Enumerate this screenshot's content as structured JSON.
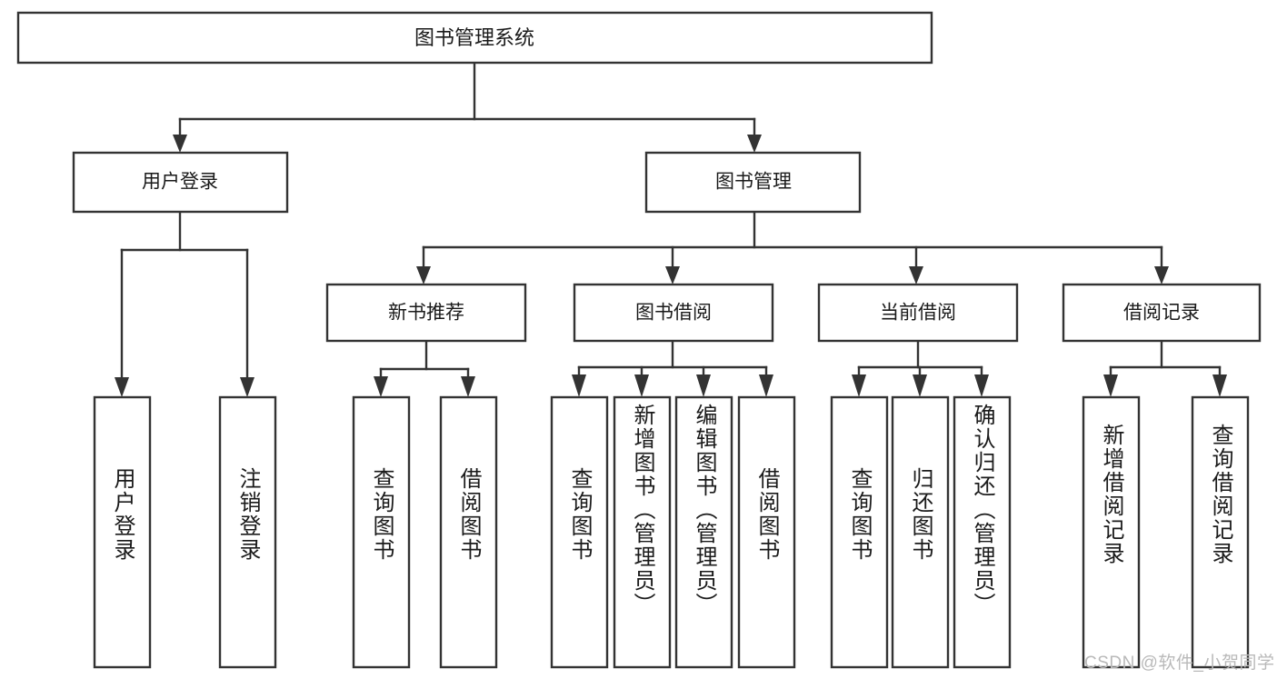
{
  "diagram": {
    "type": "tree-hierarchy-flowchart",
    "root": {
      "id": "root",
      "label": "图书管理系统"
    },
    "level2": [
      {
        "id": "user-login",
        "label": "用户登录"
      },
      {
        "id": "book-management",
        "label": "图书管理"
      }
    ],
    "level3": [
      {
        "id": "new-book-recommend",
        "label": "新书推荐",
        "parent": "book-management"
      },
      {
        "id": "book-borrow",
        "label": "图书借阅",
        "parent": "book-management"
      },
      {
        "id": "current-borrow",
        "label": "当前借阅",
        "parent": "book-management"
      },
      {
        "id": "borrow-record",
        "label": "借阅记录",
        "parent": "book-management"
      }
    ],
    "leaves": [
      {
        "id": "leaf-user-login",
        "label": "用户登录",
        "parent": "user-login"
      },
      {
        "id": "leaf-logout-login",
        "label": "注销登录",
        "parent": "user-login"
      },
      {
        "id": "leaf-query-book-1",
        "label": "查询图书",
        "parent": "new-book-recommend"
      },
      {
        "id": "leaf-borrow-book-1",
        "label": "借阅图书",
        "parent": "new-book-recommend"
      },
      {
        "id": "leaf-query-book-2",
        "label": "查询图书",
        "parent": "book-borrow"
      },
      {
        "id": "leaf-add-book",
        "label": "新增图书（管理员）",
        "parent": "book-borrow"
      },
      {
        "id": "leaf-edit-book",
        "label": "编辑图书（管理员）",
        "parent": "book-borrow"
      },
      {
        "id": "leaf-borrow-book-2",
        "label": "借阅图书",
        "parent": "book-borrow"
      },
      {
        "id": "leaf-query-book-3",
        "label": "查询图书",
        "parent": "current-borrow"
      },
      {
        "id": "leaf-return-book",
        "label": "归还图书",
        "parent": "current-borrow"
      },
      {
        "id": "leaf-confirm-return",
        "label": "确认归还（管理员）",
        "parent": "current-borrow"
      },
      {
        "id": "leaf-add-record",
        "label": "新增借阅记录",
        "parent": "borrow-record"
      },
      {
        "id": "leaf-query-record",
        "label": "查询借阅记录",
        "parent": "borrow-record"
      }
    ],
    "colors": {
      "stroke": "#333333",
      "fill": "#ffffff",
      "text": "#1a1a1a",
      "watermark": "#b9b9b9"
    }
  },
  "watermark": {
    "text": "CSDN @软件_小贺同学"
  }
}
